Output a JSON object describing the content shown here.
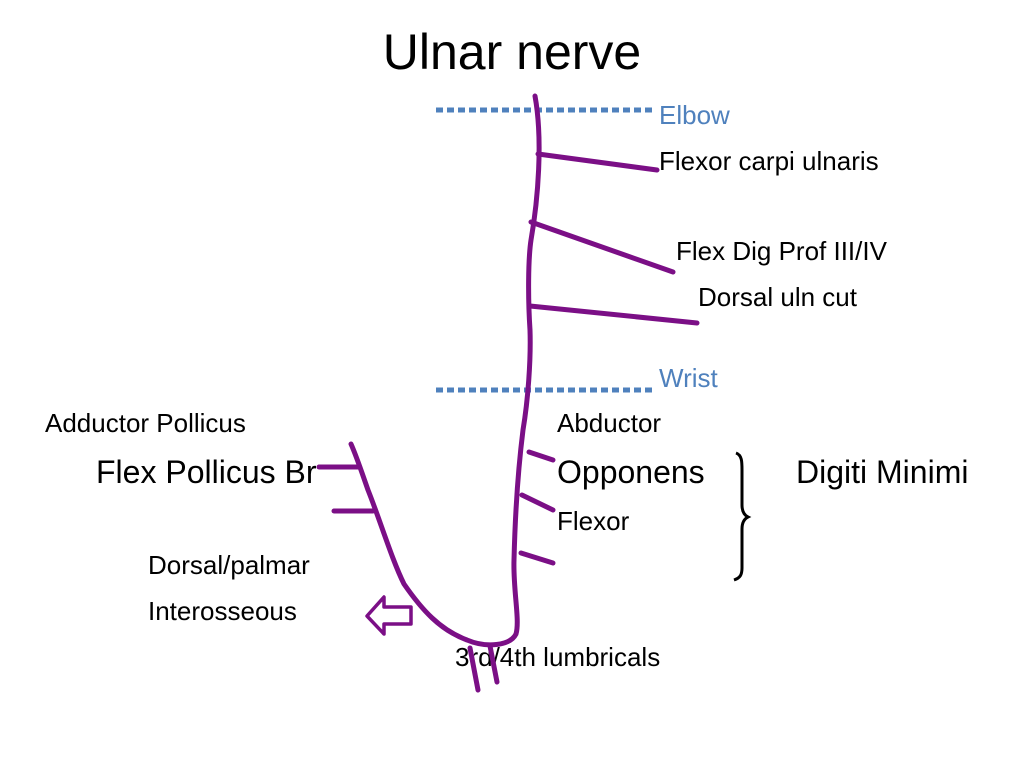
{
  "title": "Ulnar nerve",
  "levels": {
    "elbow": "Elbow",
    "wrist": "Wrist"
  },
  "forearm_branches": [
    "Flexor carpi ulnaris",
    "Flex Dig Prof III/IV",
    "Dorsal uln cut"
  ],
  "thenar_side": {
    "muscle1": "Adductor Pollicus",
    "muscle2": "Flex Pollicus Br",
    "interosseous_line1": "Dorsal/palmar",
    "interosseous_line2": "Interosseous"
  },
  "hypothenar_side": {
    "muscles": [
      "Abductor",
      "Opponens",
      "Flexor"
    ],
    "group_label": "Digiti Minimi"
  },
  "lumbricals": "3rd/4th lumbricals",
  "colors": {
    "nerve": "#7b0f86",
    "level_line": "#4f81bd",
    "text": "#000000"
  }
}
